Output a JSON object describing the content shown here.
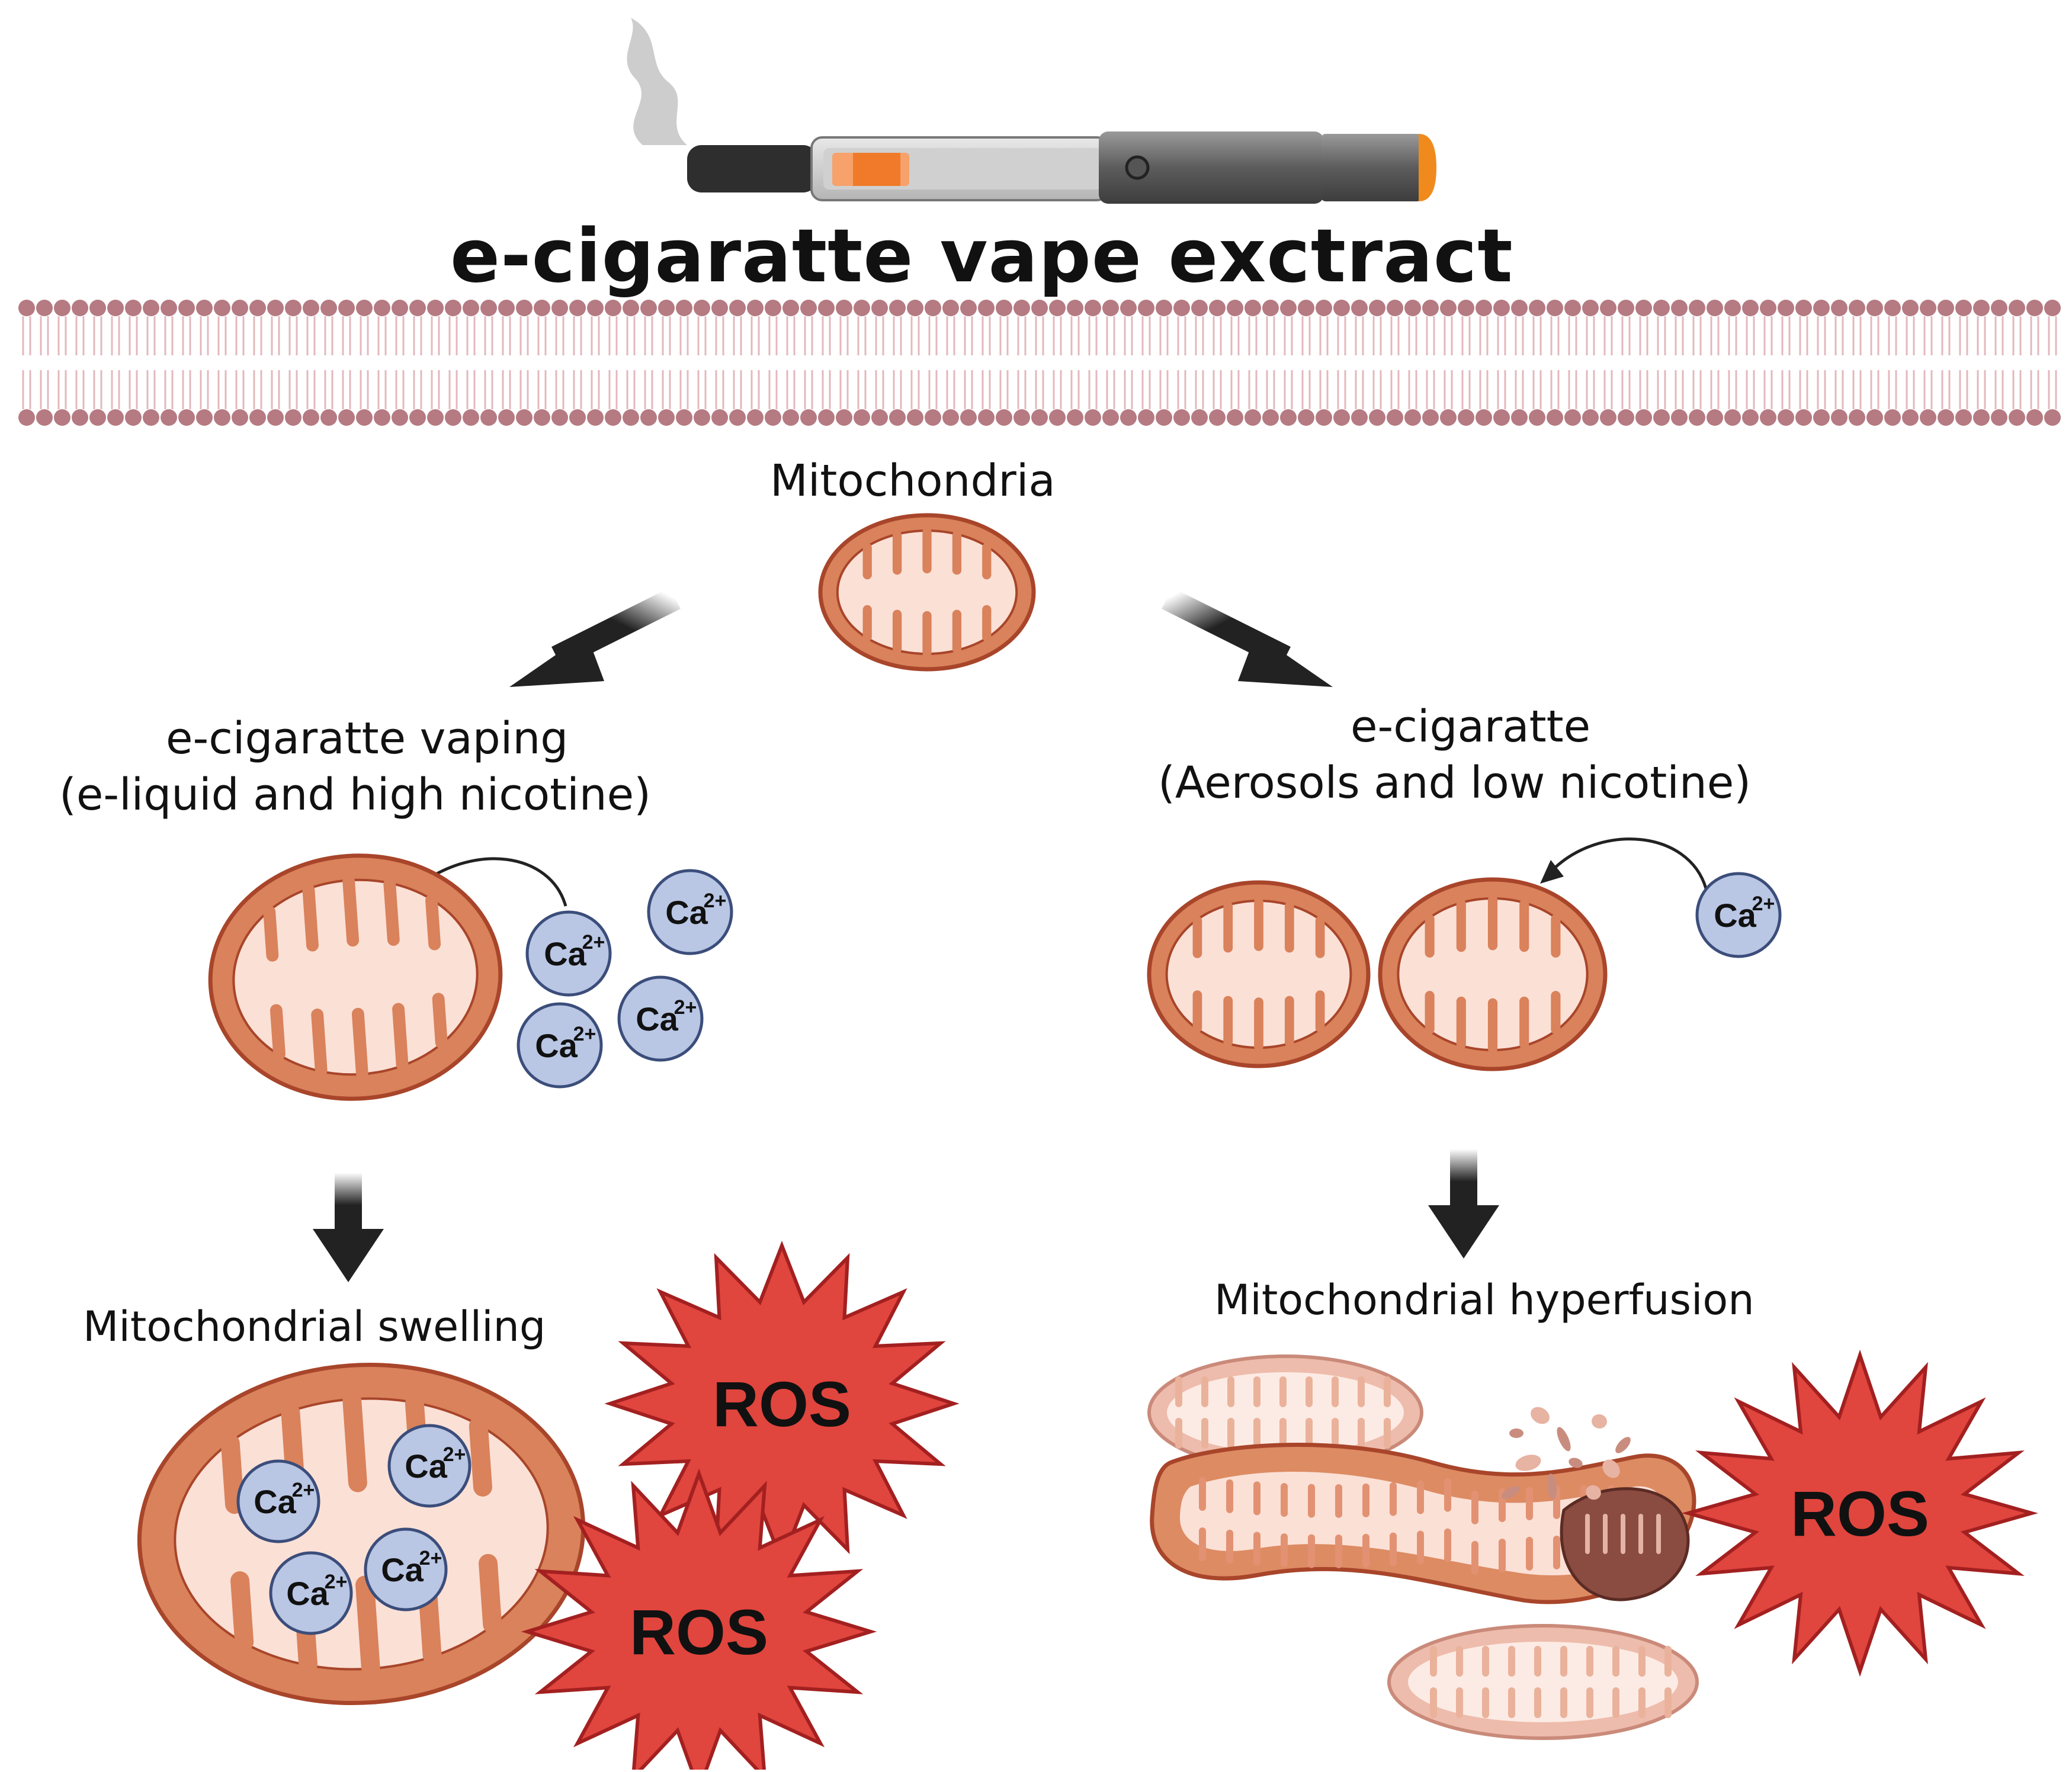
{
  "title": "e-cigaratte vape exctract",
  "mitochondria_label": "Mitochondria",
  "left": {
    "heading_line1": "e-cigaratte vaping",
    "heading_line2": "(e-liquid and high nicotine)",
    "outcome": "Mitochondrial swelling"
  },
  "right": {
    "heading_line1": "e-cigaratte",
    "heading_line2": "(Aerosols and low nicotine)",
    "outcome": "Mitochondrial hyperfusion"
  },
  "ion": {
    "symbol": "Ca",
    "charge": "2+"
  },
  "ros_label": "ROS",
  "colors": {
    "mito_outer": "#d9825b",
    "mito_border": "#a8452a",
    "mito_inner": "#fbe0d6",
    "ion_fill": "#b9c6e4",
    "ion_border": "#3b4d7a",
    "ros_fill": "#e0453e",
    "ros_border": "#a32020",
    "membrane": "#b57a82",
    "arrow": "#222222",
    "vape_body": "#6b6b6b",
    "vape_accent": "#f28a2e"
  }
}
